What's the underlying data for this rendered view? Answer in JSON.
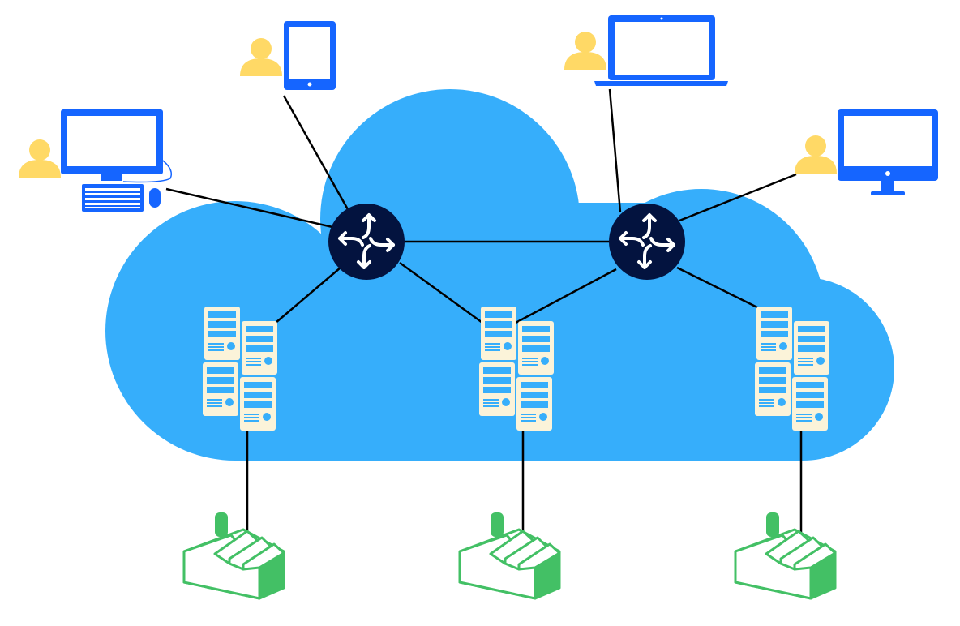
{
  "diagram": {
    "colors": {
      "cloud": "#36AEFB",
      "router": "#03133F",
      "router_arrows": "#FFFFFF",
      "server": "#FBF3D9",
      "server_detail": "#36AEFB",
      "device": "#1565FF",
      "user": "#FFD966",
      "factory": "#43C065",
      "link": "#000000"
    },
    "nodes": {
      "users": [
        "desktop-user",
        "tablet-user",
        "laptop-user",
        "monitor-user"
      ],
      "routers": [
        "router-left",
        "router-right"
      ],
      "server_clusters": [
        "cluster-left",
        "cluster-center",
        "cluster-right"
      ],
      "factories": [
        "factory-left",
        "factory-center",
        "factory-right"
      ]
    },
    "icons": {
      "router": "router-arrows-icon",
      "server": "server-tower-icon",
      "factory": "factory-icon",
      "user": "person-icon",
      "desktop": "desktop-computer-icon",
      "tablet": "tablet-icon",
      "laptop": "laptop-icon",
      "monitor": "monitor-icon"
    }
  }
}
